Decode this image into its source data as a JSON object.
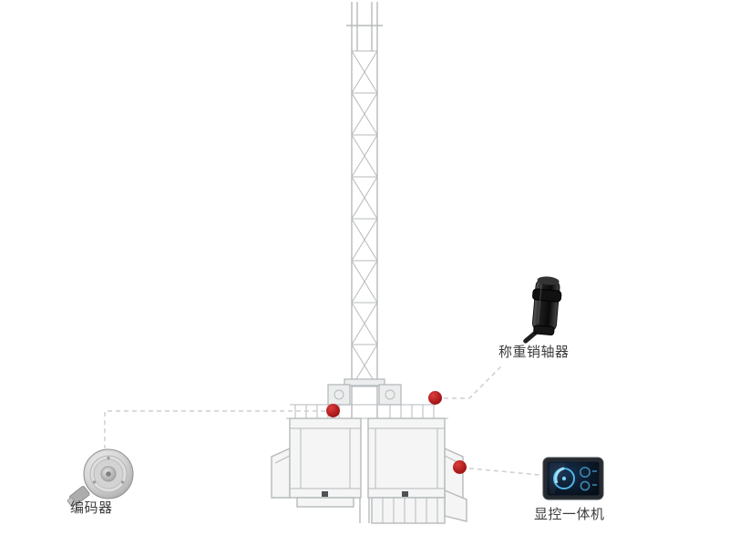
{
  "diagram": {
    "labels": {
      "encoder": "编码器",
      "load_pin": "称重销轴器",
      "display": "显控一体机"
    },
    "colors": {
      "marker": "#b01b1b",
      "connector": "#cfcfcf",
      "tower_line": "#b6babc",
      "label_text": "#3c3c3c"
    },
    "figures": {
      "tower": "construction-hoist-tower-drawing",
      "encoder_image": "rotary-encoder-photo",
      "load_pin_image": "load-pin-sensor-photo",
      "display_image": "display-controller-photo",
      "marker_icon": "red-dot-marker"
    }
  }
}
